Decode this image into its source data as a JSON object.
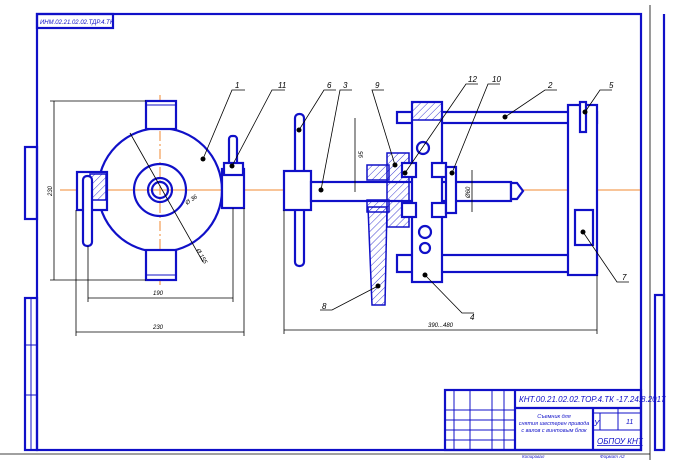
{
  "drawing": {
    "top_stamp": "ИНМ.02.21.02.02.ТДР.4.ТК",
    "title_block": {
      "document_code": "КНТ.00.21.02.02.ТОР.4.ТК -17.24.8.2017",
      "title_line1": "Съемник для",
      "title_line2": "снятия шестерен привода",
      "title_line3": "с валов с винтовым блок",
      "letter": "У",
      "sheet_count": "11",
      "organization": "ОБПОУ КНТ",
      "copied_label": "Копировал",
      "format_label": "Формат А2"
    },
    "part_labels": [
      "1",
      "11",
      "6",
      "3",
      "9",
      "12",
      "10",
      "2",
      "5",
      "7",
      "4",
      "8"
    ],
    "dimensions": {
      "left_height": "230",
      "left_inner_width": "190",
      "left_width": "230",
      "hub_dia_small": "Ø 36",
      "hub_dia_large": "Ø 155",
      "reach": "95",
      "grip_dia": "Ø60",
      "length": "390...480"
    }
  }
}
